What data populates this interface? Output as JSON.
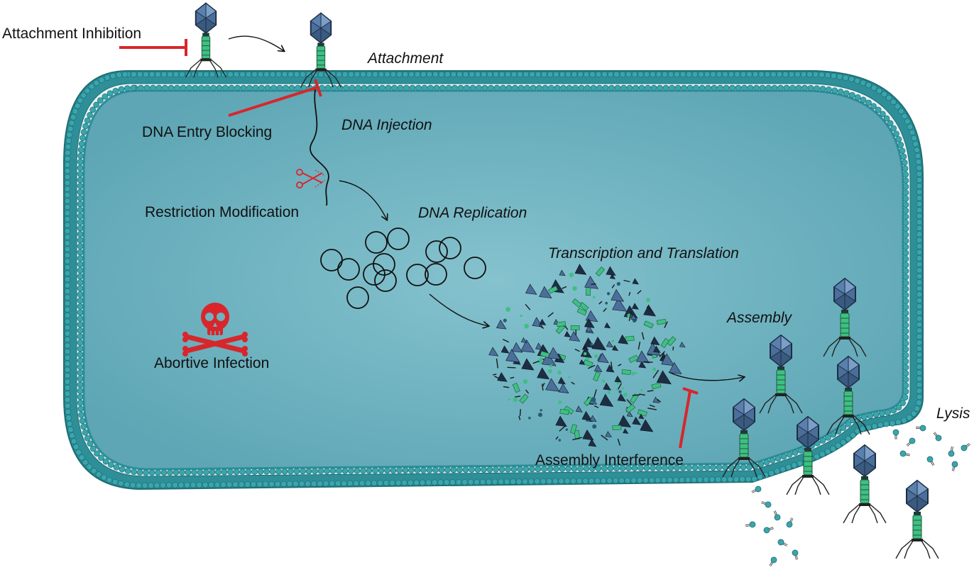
{
  "mechanisms": {
    "attachment_inhibition": "Attachment Inhibition",
    "dna_entry_blocking": "DNA Entry Blocking",
    "restriction_modification": "Restriction Modification",
    "abortive_infection": "Abortive Infection",
    "assembly_interference": "Assembly Interference"
  },
  "stages": {
    "attachment": "Attachment",
    "dna_injection": "DNA Injection",
    "dna_replication": "DNA Replication",
    "transcription_translation": "Transcription and Translation",
    "assembly": "Assembly",
    "lysis": "Lysis"
  },
  "colors": {
    "inhibitor_red": "#d8262b",
    "membrane_teal": "#3aa5ad",
    "cytoplasm": "#6fb2c0",
    "capsid_blue": "#4b6f9a",
    "tail_green": "#3fbf83"
  },
  "icons": {
    "skull": "skull-crossbones-icon",
    "scissors": "scissors-icon",
    "phage": "bacteriophage-icon"
  }
}
